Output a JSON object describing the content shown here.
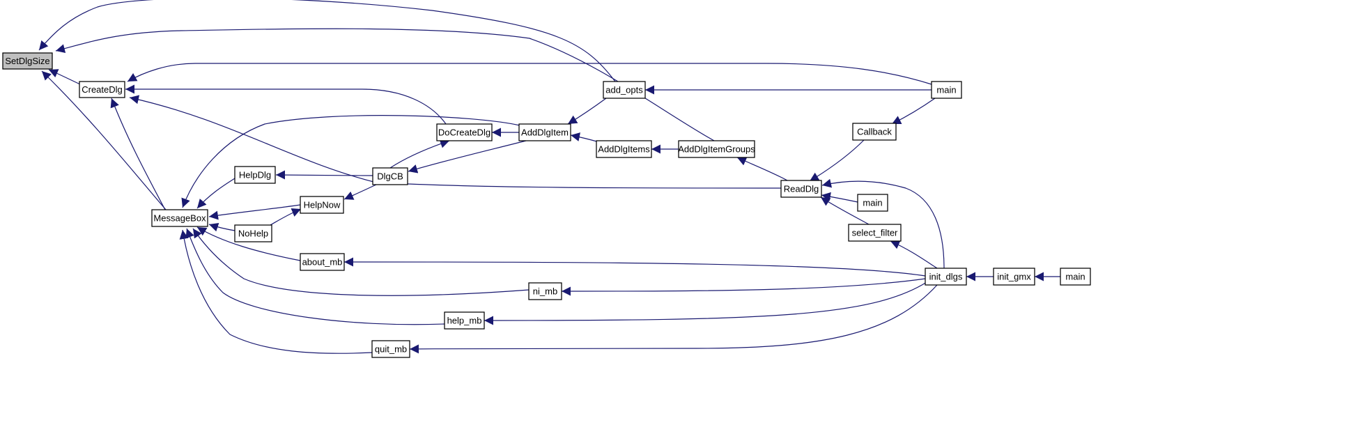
{
  "graph": {
    "edge_color": "#191970",
    "highlight_fill": "#bfbfbf",
    "nodes": [
      {
        "id": "SetDlgSize",
        "label": "SetDlgSize",
        "highlight": true
      },
      {
        "id": "CreateDlg",
        "label": "CreateDlg"
      },
      {
        "id": "MessageBox",
        "label": "MessageBox"
      },
      {
        "id": "HelpDlg",
        "label": "HelpDlg"
      },
      {
        "id": "HelpNow",
        "label": "HelpNow"
      },
      {
        "id": "NoHelp",
        "label": "NoHelp"
      },
      {
        "id": "about_mb",
        "label": "about_mb"
      },
      {
        "id": "ni_mb",
        "label": "ni_mb"
      },
      {
        "id": "help_mb",
        "label": "help_mb"
      },
      {
        "id": "quit_mb",
        "label": "quit_mb"
      },
      {
        "id": "DoCreateDlg",
        "label": "DoCreateDlg"
      },
      {
        "id": "DlgCB",
        "label": "DlgCB"
      },
      {
        "id": "AddDlgItem",
        "label": "AddDlgItem"
      },
      {
        "id": "add_opts",
        "label": "add_opts"
      },
      {
        "id": "AddDlgItems",
        "label": "AddDlgItems"
      },
      {
        "id": "AddDlgItemGroups",
        "label": "AddDlgItemGroups"
      },
      {
        "id": "ReadDlg",
        "label": "ReadDlg"
      },
      {
        "id": "Callback",
        "label": "Callback"
      },
      {
        "id": "main_top",
        "label": "main"
      },
      {
        "id": "main_mid",
        "label": "main"
      },
      {
        "id": "select_filter",
        "label": "select_filter"
      },
      {
        "id": "init_dlgs",
        "label": "init_dlgs"
      },
      {
        "id": "init_gmx",
        "label": "init_gmx"
      },
      {
        "id": "main_right",
        "label": "main"
      }
    ],
    "edges": [
      {
        "from": "add_opts",
        "to": "SetDlgSize"
      },
      {
        "from": "AddDlgItemGroups",
        "to": "SetDlgSize"
      },
      {
        "from": "CreateDlg",
        "to": "SetDlgSize"
      },
      {
        "from": "MessageBox",
        "to": "SetDlgSize"
      },
      {
        "from": "main_top",
        "to": "CreateDlg"
      },
      {
        "from": "DoCreateDlg",
        "to": "CreateDlg"
      },
      {
        "from": "ReadDlg",
        "to": "CreateDlg"
      },
      {
        "from": "MessageBox",
        "to": "CreateDlg"
      },
      {
        "from": "AddDlgItem",
        "to": "MessageBox"
      },
      {
        "from": "HelpDlg",
        "to": "MessageBox"
      },
      {
        "from": "HelpNow",
        "to": "MessageBox"
      },
      {
        "from": "NoHelp",
        "to": "MessageBox"
      },
      {
        "from": "about_mb",
        "to": "MessageBox"
      },
      {
        "from": "ni_mb",
        "to": "MessageBox"
      },
      {
        "from": "help_mb",
        "to": "MessageBox"
      },
      {
        "from": "quit_mb",
        "to": "MessageBox"
      },
      {
        "from": "DlgCB",
        "to": "HelpDlg"
      },
      {
        "from": "DlgCB",
        "to": "HelpNow"
      },
      {
        "from": "NoHelp",
        "to": "HelpNow"
      },
      {
        "from": "DlgCB",
        "to": "DoCreateDlg"
      },
      {
        "from": "AddDlgItem",
        "to": "DoCreateDlg"
      },
      {
        "from": "AddDlgItem",
        "to": "DlgCB"
      },
      {
        "from": "add_opts",
        "to": "AddDlgItem"
      },
      {
        "from": "AddDlgItems",
        "to": "AddDlgItem"
      },
      {
        "from": "main_top",
        "to": "add_opts"
      },
      {
        "from": "AddDlgItemGroups",
        "to": "AddDlgItems"
      },
      {
        "from": "ReadDlg",
        "to": "AddDlgItemGroups"
      },
      {
        "from": "Callback",
        "to": "ReadDlg"
      },
      {
        "from": "main_mid",
        "to": "ReadDlg"
      },
      {
        "from": "select_filter",
        "to": "ReadDlg"
      },
      {
        "from": "init_dlgs",
        "to": "ReadDlg"
      },
      {
        "from": "main_top",
        "to": "Callback"
      },
      {
        "from": "init_dlgs",
        "to": "select_filter"
      },
      {
        "from": "init_dlgs",
        "to": "about_mb"
      },
      {
        "from": "init_dlgs",
        "to": "ni_mb"
      },
      {
        "from": "init_dlgs",
        "to": "help_mb"
      },
      {
        "from": "init_dlgs",
        "to": "quit_mb"
      },
      {
        "from": "init_gmx",
        "to": "init_dlgs"
      },
      {
        "from": "main_right",
        "to": "init_gmx"
      }
    ]
  }
}
